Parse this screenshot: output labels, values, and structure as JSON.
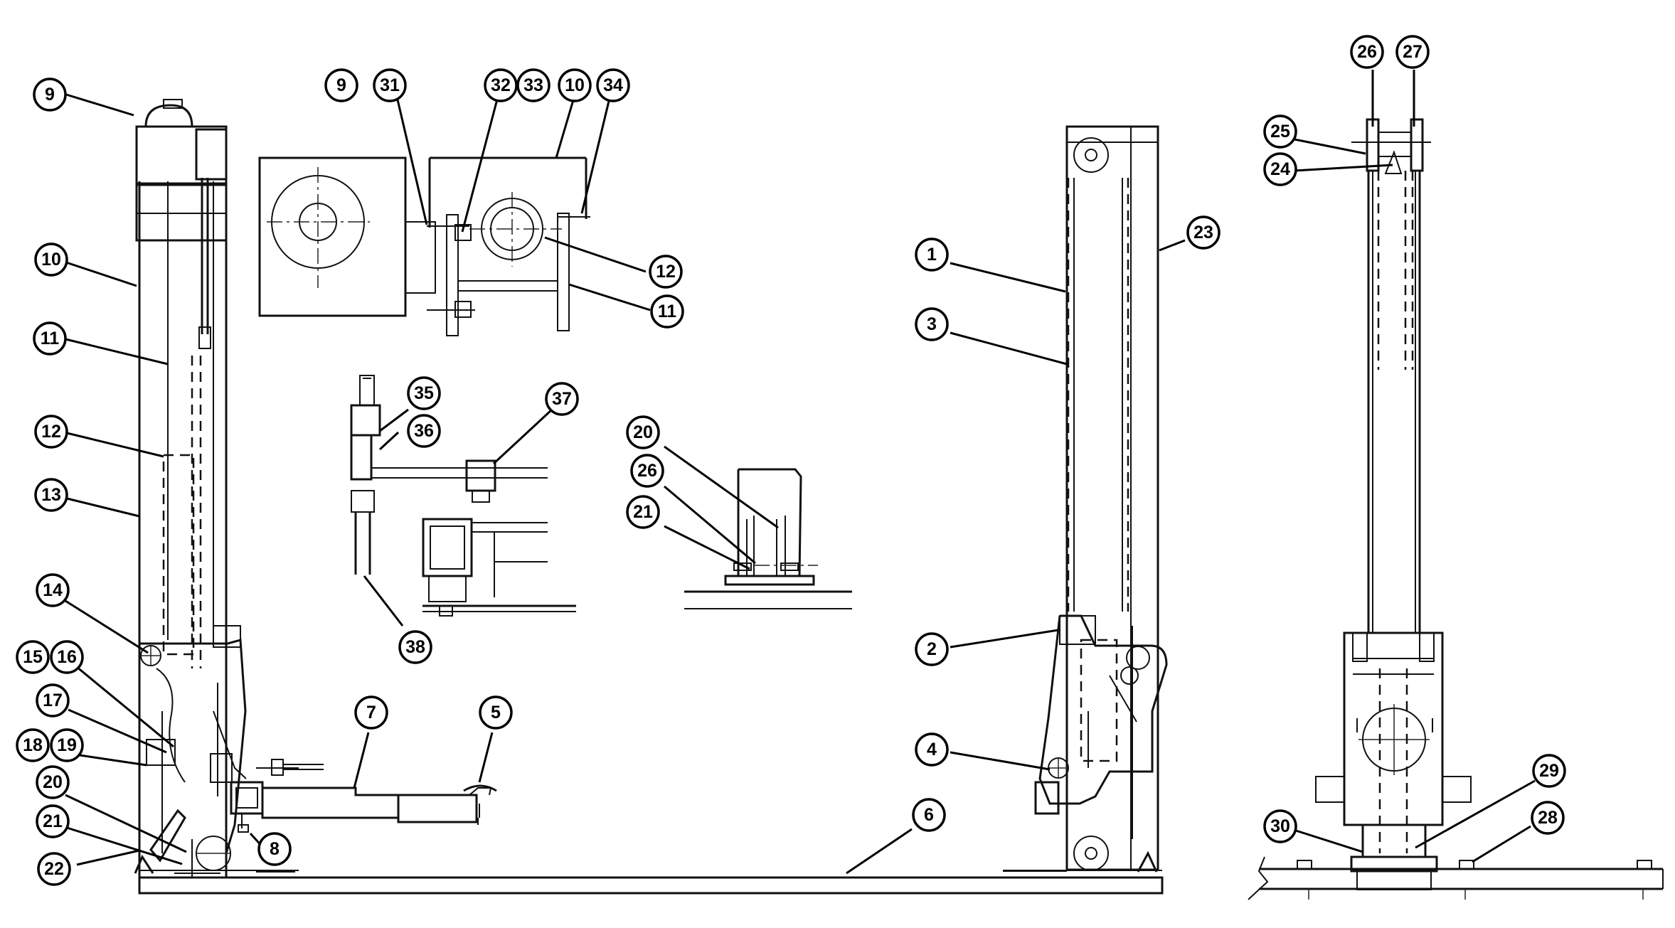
{
  "callouts": {
    "c9a": "9",
    "c10a": "10",
    "c11a": "11",
    "c12a": "12",
    "c13": "13",
    "c14": "14",
    "c15": "15",
    "c16": "16",
    "c17": "17",
    "c18": "18",
    "c19": "19",
    "c20a": "20",
    "c21a": "21",
    "c22": "22",
    "c8": "8",
    "c7": "7",
    "c5": "5",
    "c9b": "9",
    "c31": "31",
    "c32": "32",
    "c33": "33",
    "c10b": "10",
    "c34": "34",
    "c12b": "12",
    "c11b": "11",
    "c35": "35",
    "c36": "36",
    "c37": "37",
    "c38": "38",
    "c20b": "20",
    "c26a": "26",
    "c21b": "21",
    "c1": "1",
    "c3": "3",
    "c23": "23",
    "c2": "2",
    "c4": "4",
    "c6": "6",
    "c26b": "26",
    "c27": "27",
    "c25": "25",
    "c24": "24",
    "c29": "29",
    "c30": "30",
    "c28": "28"
  }
}
